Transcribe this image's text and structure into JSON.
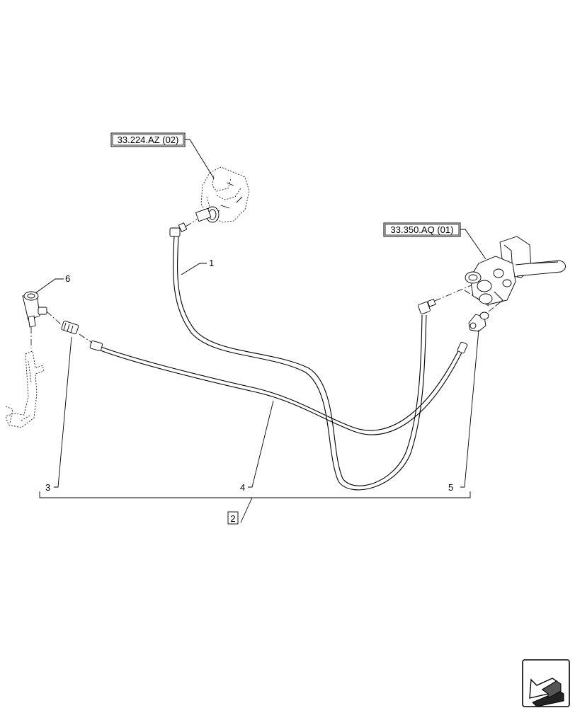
{
  "references": {
    "ref_top": "33.224.AZ (02)",
    "ref_right": "33.350.AQ (01)"
  },
  "callouts": {
    "c1": "1",
    "c2": "2",
    "c3": "3",
    "c4": "4",
    "c5": "5",
    "c6": "6"
  },
  "icons": {
    "navigation": "next-page-arrow-icon"
  }
}
